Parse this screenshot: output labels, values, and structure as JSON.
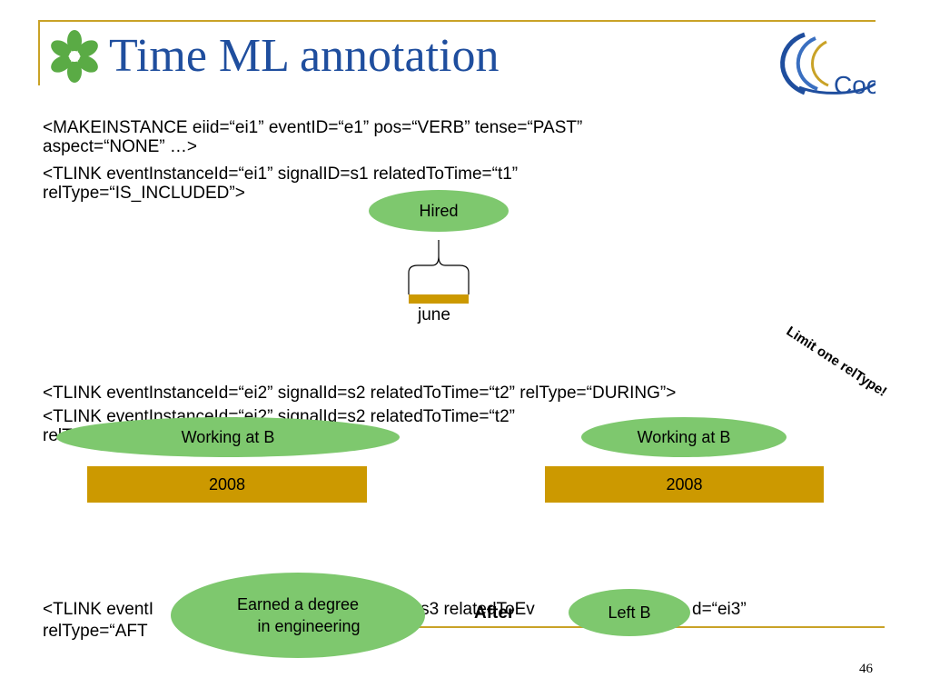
{
  "slide": {
    "title": "Time ML annotation",
    "logo_text": "Coc",
    "page_number": "46",
    "colors": {
      "title": "#1f4e9e",
      "frame": "#c9a227",
      "oval": "#7ec86e",
      "bar": "#cc9900"
    }
  },
  "body_lines": [
    "<MAKEINSTANCE eiid=“ei1” eventID=“e1” pos=“VERB” tense=“PAST”",
    "aspect=“NONE” …>",
    "<TLINK eventInstanceId=“ei1” signalID=s1 relatedToTime=“t1”",
    "relType=“IS_INCLUDED”>",
    "<TLINK eventInstanceId=“ei2” signalId=s2 relatedToTime=“t2” relType=“DURING”>",
    "<TLINK eventInstanceId=“ei2” signalId=s2 relatedToTime=“t2”",
    "relTyp",
    "<TLINK eventI",
    "=s3 relatedToEv",
    "d=“ei3”",
    "relType=“AFT"
  ],
  "diagram": {
    "hired": "Hired",
    "june": "june",
    "working_left": "Working at B",
    "working_right": "Working at B",
    "year_left": "2008",
    "year_right": "2008",
    "earned_line1": "Earned a degree",
    "earned_line2": "in engineering",
    "after": "After",
    "left_b": "Left B"
  },
  "annotation": "Limit one relType!"
}
